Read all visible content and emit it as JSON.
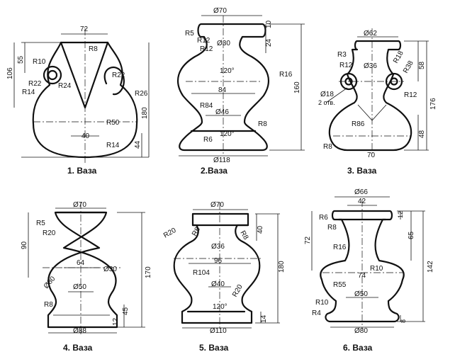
{
  "vases": [
    {
      "caption": "1. Ваза",
      "dims": [
        "72",
        "R8",
        "55",
        "106",
        "R10",
        "R22",
        "R24",
        "R14",
        "R22",
        "R26",
        "180",
        "R50",
        "40",
        "R14",
        "44"
      ]
    },
    {
      "caption": "2.Ваза",
      "dims": [
        "Ø70",
        "R5",
        "10",
        "R12",
        "R12",
        "Ø30",
        "24",
        "120°",
        "R16",
        "160",
        "84",
        "R84",
        "Ø46",
        "R8",
        "120°",
        "R6",
        "Ø118"
      ]
    },
    {
      "caption": "3. Ваза",
      "dims": [
        "Ø62",
        "R3",
        "R12",
        "Ø36",
        "R18",
        "R38",
        "58",
        "Ø18",
        "2 отв.",
        "R12",
        "176",
        "R86",
        "48",
        "R8",
        "70"
      ]
    },
    {
      "caption": "4. Ваза",
      "dims": [
        "Ø70",
        "R5",
        "R20",
        "90",
        "64",
        "Ø30",
        "170",
        "Ø80",
        "Ø50",
        "R8",
        "45",
        "12",
        "Ø88"
      ]
    },
    {
      "caption": "5. Ваза",
      "dims": [
        "Ø70",
        "R8",
        "R8",
        "40",
        "R20",
        "Ø36",
        "96",
        "180",
        "R104",
        "Ø40",
        "R20",
        "120°",
        "14",
        "Ø110"
      ]
    },
    {
      "caption": "6. Ваза",
      "dims": [
        "Ø66",
        "42",
        "R6",
        "12",
        "72",
        "R8",
        "65",
        "R16",
        "R10",
        "74",
        "142",
        "R55",
        "Ø50",
        "R10",
        "R4",
        "8",
        "Ø80"
      ]
    }
  ]
}
